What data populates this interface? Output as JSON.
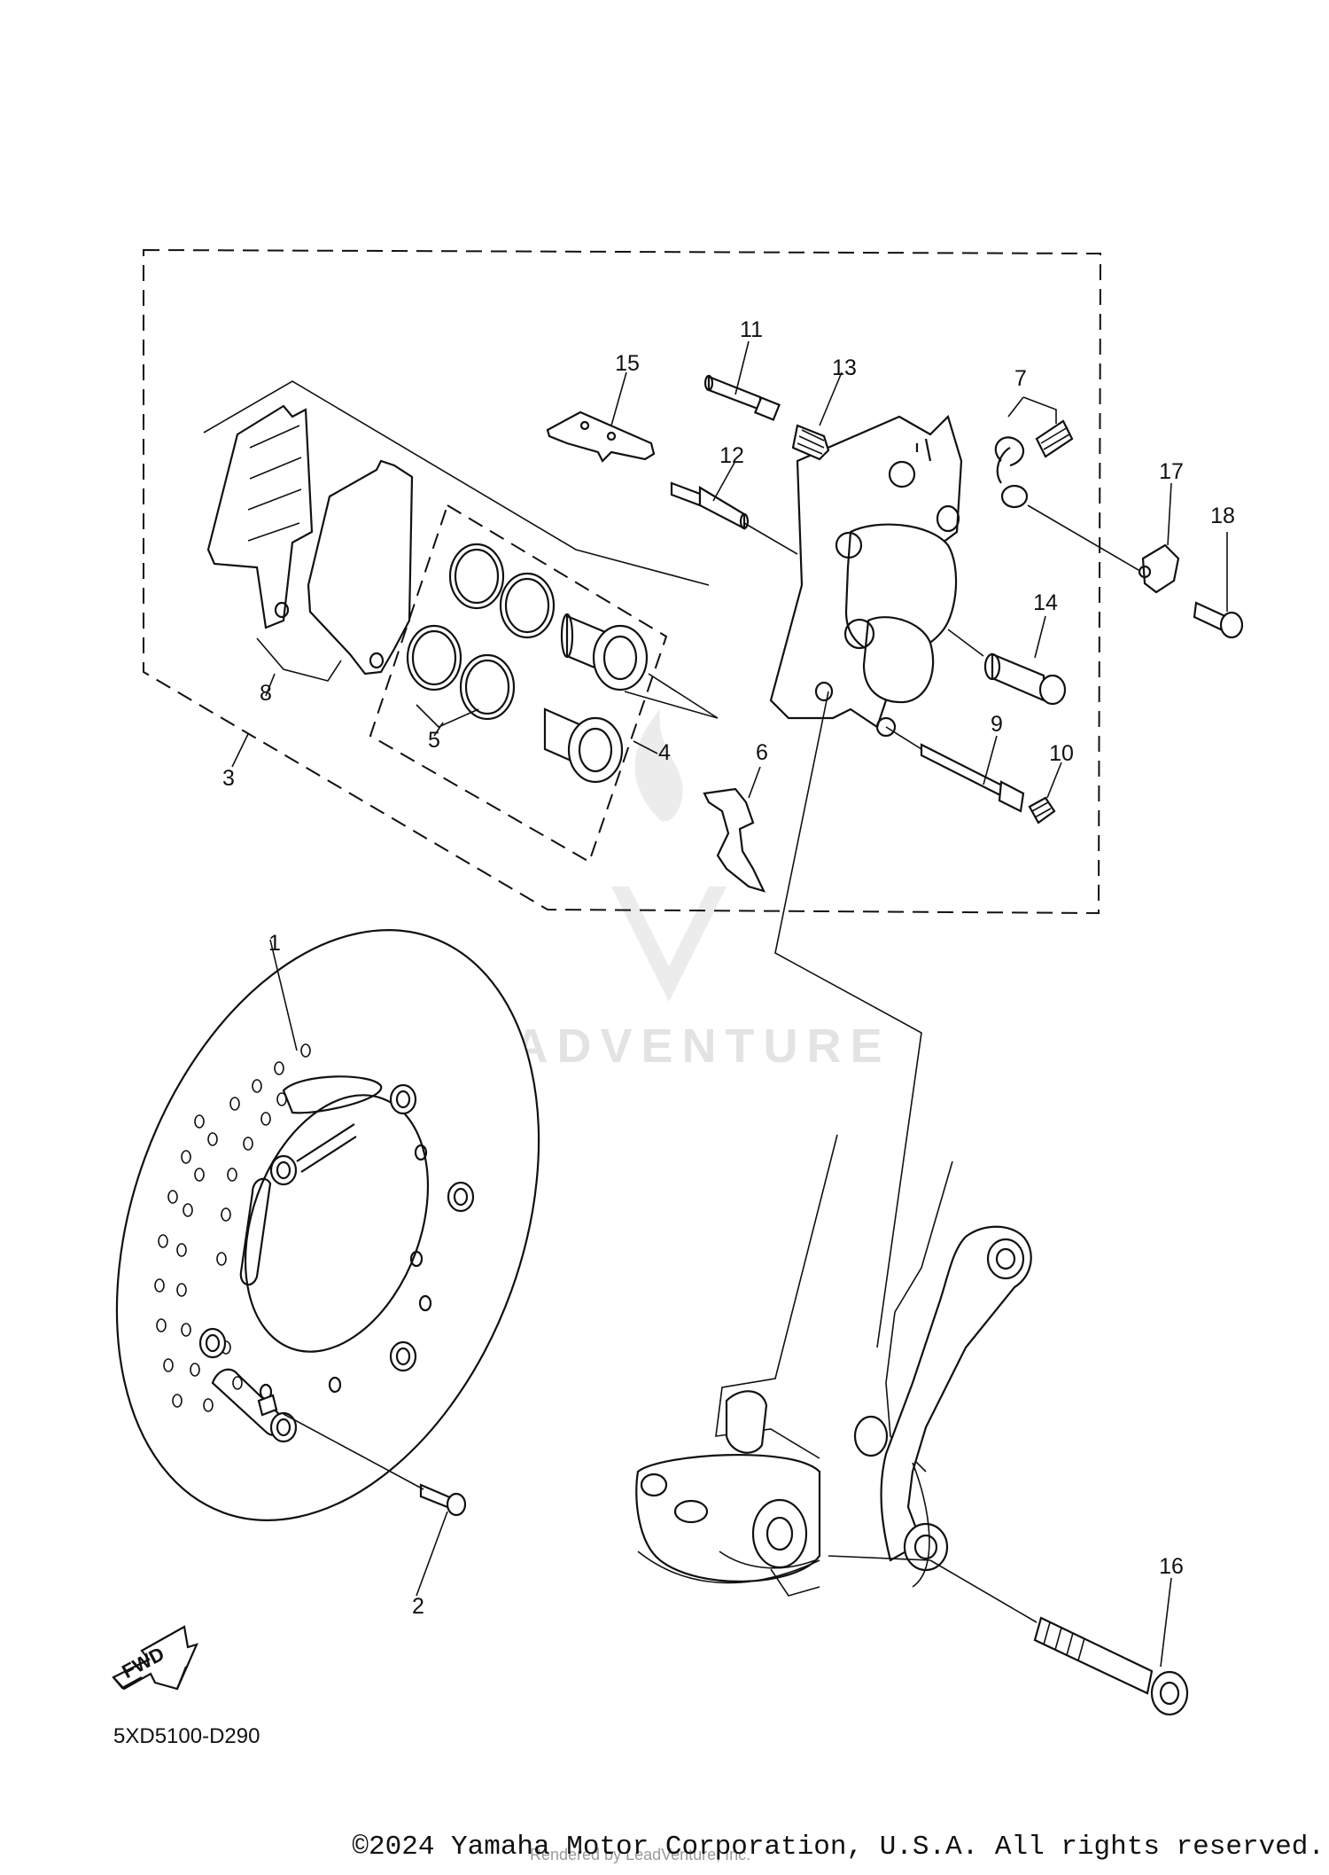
{
  "diagram": {
    "part_numbers": [
      "1",
      "2",
      "3",
      "4",
      "5",
      "6",
      "7",
      "8",
      "9",
      "10",
      "11",
      "12",
      "13",
      "14",
      "15",
      "16",
      "17",
      "18"
    ],
    "diagram_code": "5XD5100-D290",
    "fwd_label": "FWD",
    "watermark_text": "LEADVENTURE"
  },
  "footer": {
    "copyright": "©2024 Yamaha Motor Corporation, U.S.A. All rights reserved.",
    "rendered_by": "Rendered by LeadVenture, Inc."
  }
}
